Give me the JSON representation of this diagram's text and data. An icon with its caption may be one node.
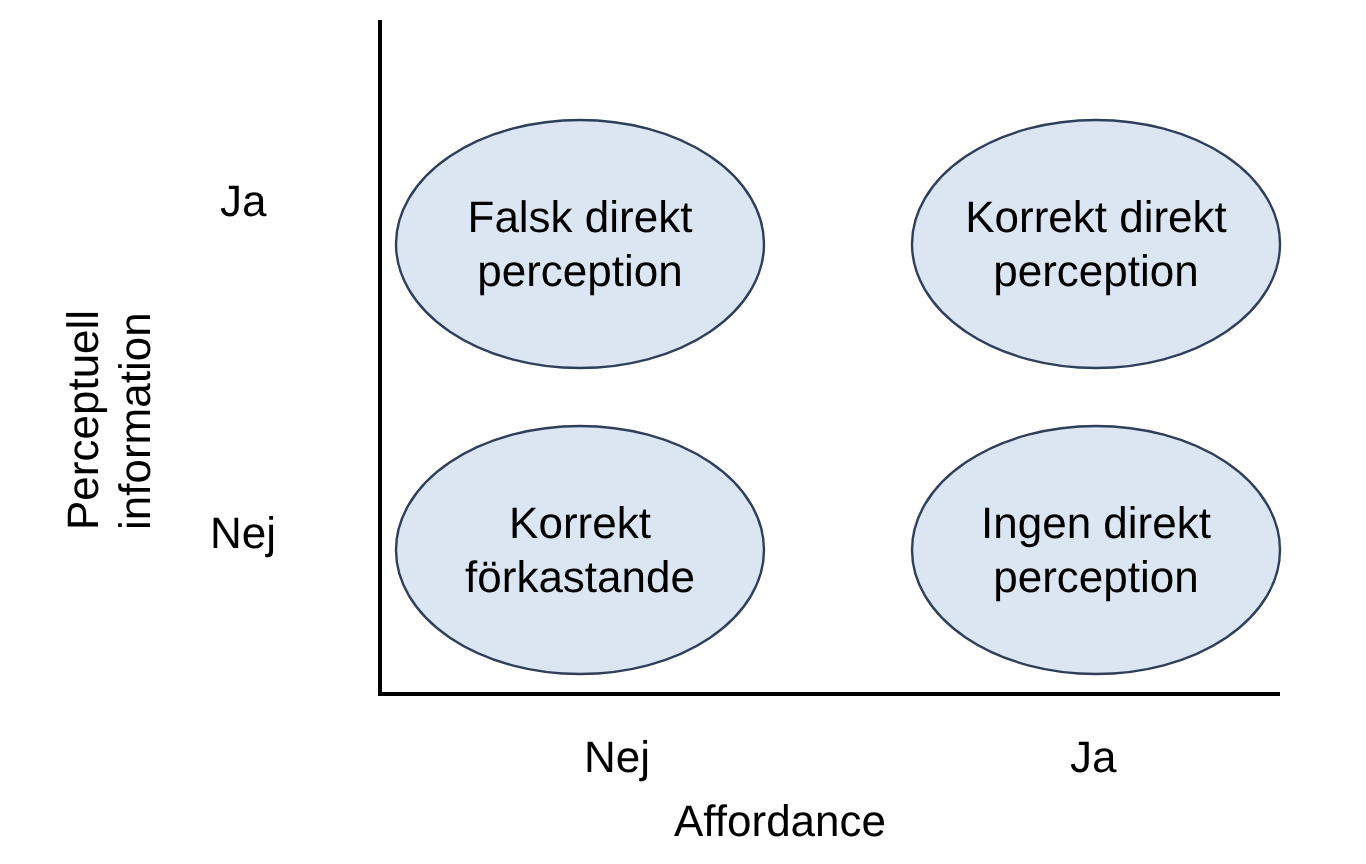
{
  "diagram": {
    "nodes": [
      {
        "text": [
          "Falsk direkt perception"
        ]
      },
      {
        "text": [
          "Korrekt direkt perception"
        ]
      },
      {
        "text": [
          "Korrekt förkastande"
        ]
      },
      {
        "text": [
          "Ingen direkt perception"
        ]
      }
    ],
    "labels": [
      "Ja",
      "Perceptuell information",
      "Nej",
      "Nej",
      "Ja",
      "Affordance"
    ]
  }
}
